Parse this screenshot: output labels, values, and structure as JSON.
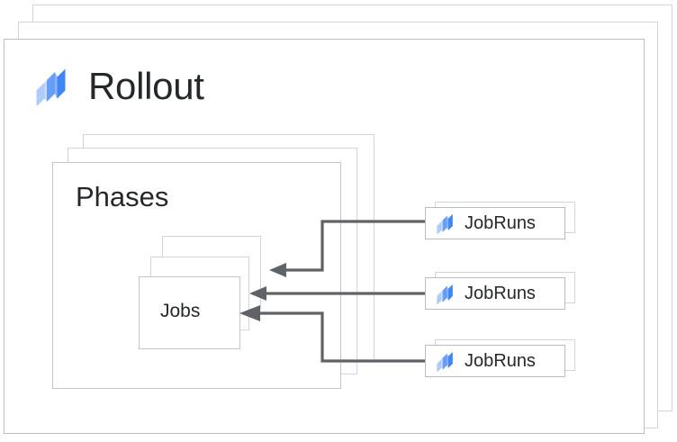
{
  "diagram": {
    "title": "Rollout",
    "type": "nested-resource-hierarchy",
    "background_color": "#ffffff",
    "card_border_color": "#c9ccce",
    "text_color": "#25282b",
    "connector_color": "#5f6368",
    "icon": {
      "name": "cloud-deploy-icon",
      "colors": [
        "#aecbfa",
        "#669df6",
        "#4285f4"
      ]
    }
  },
  "rollout": {
    "label": "Rollout",
    "stack_count": 3,
    "icon_name": "cloud-deploy-icon"
  },
  "phases": {
    "label": "Phases",
    "stack_count": 3
  },
  "jobs": {
    "label": "Jobs",
    "stack_count": 3
  },
  "jobruns": [
    {
      "label": "JobRuns",
      "icon_name": "cloud-deploy-icon",
      "stack_count": 2
    },
    {
      "label": "JobRuns",
      "icon_name": "cloud-deploy-icon",
      "stack_count": 2
    },
    {
      "label": "JobRuns",
      "icon_name": "cloud-deploy-icon",
      "stack_count": 2
    }
  ],
  "connectors": [
    {
      "from": "jobruns.0",
      "to": "jobs",
      "arrowhead": "to-jobs",
      "style": "elbow"
    },
    {
      "from": "jobruns.1",
      "to": "jobs",
      "arrowhead": "to-jobs",
      "style": "straight"
    },
    {
      "from": "jobruns.2",
      "to": "jobs",
      "arrowhead": "to-jobs",
      "style": "elbow"
    }
  ]
}
